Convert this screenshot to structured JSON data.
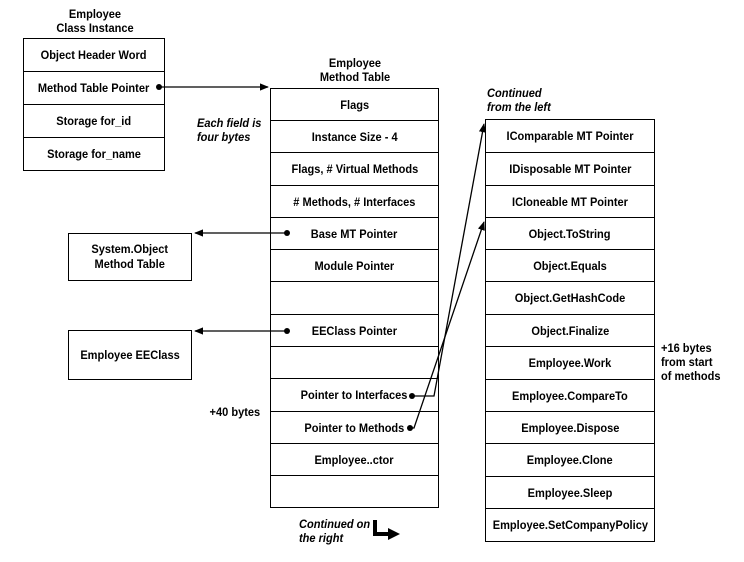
{
  "instance": {
    "title": "Employee\nClass Instance",
    "fields": [
      "Object Header Word",
      "Method Table Pointer",
      "Storage for_id",
      "Storage for_name"
    ]
  },
  "method_table": {
    "title": "Employee\nMethod Table",
    "fields": [
      "Flags",
      "Instance Size - 4",
      "Flags, # Virtual Methods",
      "# Methods, # Interfaces",
      "Base MT Pointer",
      "Module Pointer",
      "",
      "EEClass Pointer",
      "",
      "Pointer to Interfaces",
      "Pointer to Methods",
      "Employee..ctor",
      ""
    ]
  },
  "continued_table": {
    "fields": [
      "IComparable MT Pointer",
      "IDisposable MT Pointer",
      "ICloneable MT Pointer",
      "Object.ToString",
      "Object.Equals",
      "Object.GetHashCode",
      "Object.Finalize",
      "Employee.Work",
      "Employee.CompareTo",
      "Employee.Dispose",
      "Employee.Clone",
      "Employee.Sleep",
      "Employee.SetCompanyPolicy"
    ]
  },
  "side_boxes": {
    "system_object": "System.Object\nMethod Table",
    "ee_class": "Employee EEClass"
  },
  "annotations": {
    "each_field": "Each field is\nfour bytes",
    "plus40": "+40 bytes",
    "continued_on_right": "Continued on\nthe right",
    "continued_from_left": "Continued\nfrom the left",
    "plus16": "+16 bytes\nfrom start\nof methods"
  }
}
